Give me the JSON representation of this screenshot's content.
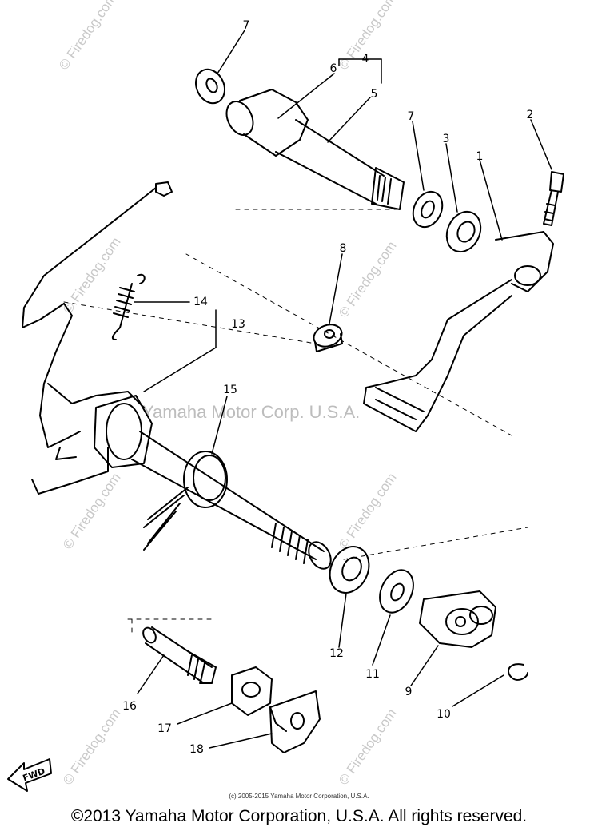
{
  "watermark": {
    "site": "© Firedog.com",
    "center_text": "Yamaha Motor Corp. U.S.A."
  },
  "callouts": [
    "1",
    "2",
    "3",
    "4",
    "5",
    "6",
    "7",
    "7",
    "8",
    "9",
    "10",
    "11",
    "12",
    "13",
    "14",
    "15",
    "16",
    "17",
    "18"
  ],
  "fwd_label": "FWD",
  "footer": {
    "small_copyright": "(c) 2005-2015 Yamaha Motor Corporation, U.S.A.",
    "copyright": "©2013 Yamaha Motor Corporation, U.S.A. All rights reserved."
  }
}
